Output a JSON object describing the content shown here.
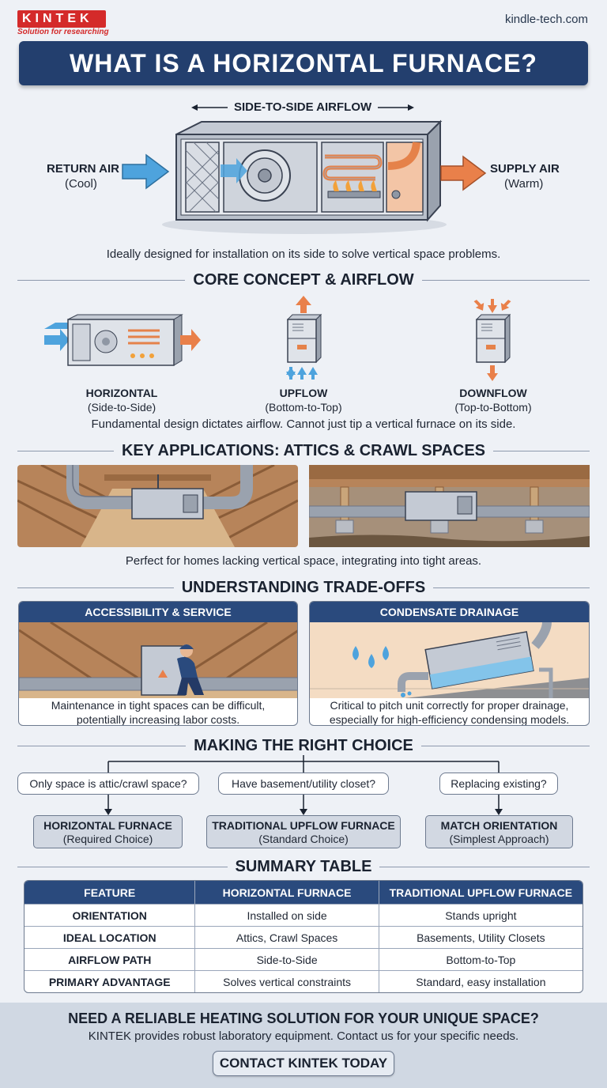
{
  "brand": {
    "logo_text": "KINTEK",
    "tagline": "Solution for researching",
    "site": "kindle-tech.com",
    "color": "#d42a2a"
  },
  "title": "WHAT IS A HORIZONTAL FURNACE?",
  "hero": {
    "airflow_label": "SIDE-TO-SIDE AIRFLOW",
    "return_label": "RETURN AIR",
    "return_sub": "(Cool)",
    "supply_label": "SUPPLY AIR",
    "supply_sub": "(Warm)",
    "caption": "Ideally designed for installation on its side to solve vertical space problems."
  },
  "core": {
    "heading": "CORE CONCEPT & AIRFLOW",
    "types": [
      {
        "label": "HORIZONTAL",
        "sub": "(Side-to-Side)"
      },
      {
        "label": "UPFLOW",
        "sub": "(Bottom-to-Top)"
      },
      {
        "label": "DOWNFLOW",
        "sub": "(Top-to-Bottom)"
      }
    ],
    "caption": "Fundamental design dictates airflow. Cannot just tip a vertical furnace on its side."
  },
  "applications": {
    "heading": "KEY APPLICATIONS: ATTICS & CRAWL SPACES",
    "caption": "Perfect for homes lacking vertical space, integrating into tight areas."
  },
  "tradeoffs": {
    "heading": "UNDERSTANDING TRADE-OFFS",
    "cards": [
      {
        "title": "ACCESSIBILITY & SERVICE",
        "line1": "Maintenance in tight spaces can be difficult,",
        "line2": "potentially increasing labor costs."
      },
      {
        "title": "CONDENSATE DRAINAGE",
        "line1": "Critical to pitch unit correctly for proper drainage,",
        "line2": "especially for high-efficiency condensing models."
      }
    ]
  },
  "choice": {
    "heading": "MAKING THE RIGHT CHOICE",
    "questions": [
      "Only space is attic/crawl space?",
      "Have basement/utility closet?",
      "Replacing existing?"
    ],
    "answers": [
      {
        "title": "HORIZONTAL FURNACE",
        "sub": "(Required Choice)"
      },
      {
        "title": "TRADITIONAL UPFLOW FURNACE",
        "sub": "(Standard Choice)"
      },
      {
        "title": "MATCH ORIENTATION",
        "sub": "(Simplest Approach)"
      }
    ]
  },
  "summary": {
    "heading": "SUMMARY TABLE",
    "columns": [
      "FEATURE",
      "HORIZONTAL FURNACE",
      "TRADITIONAL UPFLOW FURNACE"
    ],
    "rows": [
      [
        "ORIENTATION",
        "Installed on side",
        "Stands upright"
      ],
      [
        "IDEAL LOCATION",
        "Attics, Crawl Spaces",
        "Basements, Utility Closets"
      ],
      [
        "AIRFLOW PATH",
        "Side-to-Side",
        "Bottom-to-Top"
      ],
      [
        "PRIMARY ADVANTAGE",
        "Solves vertical constraints",
        "Standard, easy installation"
      ]
    ]
  },
  "footer": {
    "heading": "NEED A RELIABLE HEATING SOLUTION FOR YOUR UNIQUE SPACE?",
    "sub": "KINTEK provides robust laboratory equipment. Contact us for your specific needs.",
    "cta": "CONTACT KINTEK TODAY"
  },
  "colors": {
    "navy": "#233f6e",
    "cool_arrow": "#4ea3dd",
    "warm_arrow": "#e9804a",
    "background": "#eef1f6"
  }
}
